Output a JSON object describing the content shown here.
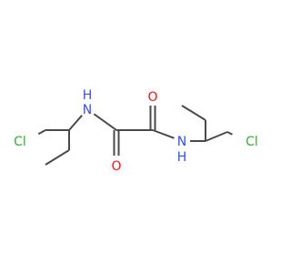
{
  "molecule": {
    "atoms": [
      {
        "id": "cl1",
        "label": "Cl",
        "color": "#2db52d"
      },
      {
        "id": "c1"
      },
      {
        "id": "c2"
      },
      {
        "id": "n1",
        "label": "N",
        "hydrogen": "H",
        "color": "#3050f8"
      },
      {
        "id": "c3"
      },
      {
        "id": "c4"
      },
      {
        "id": "c5"
      },
      {
        "id": "o1",
        "label": "O",
        "color": "#ff0d0d"
      },
      {
        "id": "c6"
      },
      {
        "id": "o2",
        "label": "O",
        "color": "#ff0d0d"
      },
      {
        "id": "n2",
        "label": "N",
        "hydrogen": "H",
        "color": "#3050f8"
      },
      {
        "id": "c7"
      },
      {
        "id": "c8"
      },
      {
        "id": "c9"
      },
      {
        "id": "c10"
      },
      {
        "id": "cl2",
        "label": "Cl",
        "color": "#2db52d"
      }
    ],
    "bonds": [
      {
        "from": "cl1",
        "to": "c1",
        "order": 1
      },
      {
        "from": "c1",
        "to": "c2",
        "order": 1
      },
      {
        "from": "c2",
        "to": "n1",
        "order": 1
      },
      {
        "from": "c2",
        "to": "c3",
        "order": 1
      },
      {
        "from": "c3",
        "to": "c4",
        "order": 1
      },
      {
        "from": "n1",
        "to": "c5",
        "order": 1
      },
      {
        "from": "c5",
        "to": "o1",
        "order": 2
      },
      {
        "from": "c5",
        "to": "c6",
        "order": 1
      },
      {
        "from": "c6",
        "to": "o2",
        "order": 2
      },
      {
        "from": "c6",
        "to": "n2",
        "order": 1
      },
      {
        "from": "n2",
        "to": "c7",
        "order": 1
      },
      {
        "from": "c7",
        "to": "c8",
        "order": 1
      },
      {
        "from": "c8",
        "to": "c9",
        "order": 1
      },
      {
        "from": "c7",
        "to": "c10",
        "order": 1
      },
      {
        "from": "c10",
        "to": "cl2",
        "order": 1
      }
    ],
    "bond_color": "#4a4a4a"
  }
}
